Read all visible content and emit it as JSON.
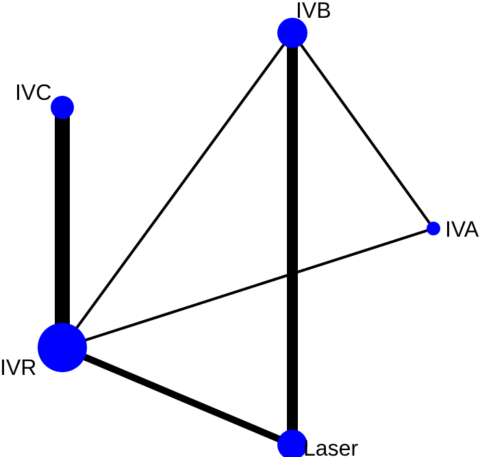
{
  "diagram": {
    "node_color": "#0000ff",
    "edge_color": "#000000",
    "nodes": [
      {
        "id": "IVB",
        "label": "IVB",
        "relative_size": "large"
      },
      {
        "id": "IVC",
        "label": "IVC",
        "relative_size": "medium"
      },
      {
        "id": "IVA",
        "label": "IVA",
        "relative_size": "small"
      },
      {
        "id": "IVR",
        "label": "IVR",
        "relative_size": "largest"
      },
      {
        "id": "Laser",
        "label": "Laser",
        "relative_size": "large"
      }
    ],
    "edges": [
      {
        "from": "IVC",
        "to": "IVR",
        "relative_thickness": "thick"
      },
      {
        "from": "IVB",
        "to": "Laser",
        "relative_thickness": "thick"
      },
      {
        "from": "IVR",
        "to": "Laser",
        "relative_thickness": "medium"
      },
      {
        "from": "IVR",
        "to": "IVB",
        "relative_thickness": "thin"
      },
      {
        "from": "IVB",
        "to": "IVA",
        "relative_thickness": "thin"
      },
      {
        "from": "IVR",
        "to": "IVA",
        "relative_thickness": "thin"
      }
    ]
  }
}
